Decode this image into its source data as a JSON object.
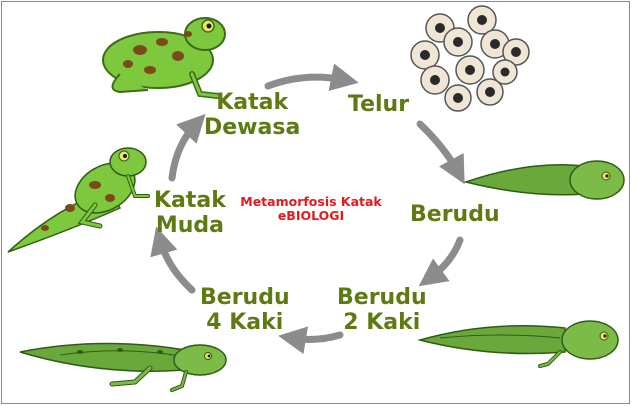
{
  "diagram": {
    "center_title": "Metamorfosis Katak",
    "center_subtitle": "eBIOLOGI",
    "stages": [
      {
        "line1": "Telur",
        "line2": ""
      },
      {
        "line1": "Berudu",
        "line2": ""
      },
      {
        "line1": "Berudu",
        "line2": "2 Kaki"
      },
      {
        "line1": "Berudu",
        "line2": "4 Kaki"
      },
      {
        "line1": "Katak",
        "line2": "Muda"
      },
      {
        "line1": "Katak",
        "line2": "Dewasa"
      }
    ]
  },
  "colors": {
    "label": "#5f7a12",
    "center_text": "#e31b1b",
    "arrow": "#8c8c8c",
    "frog_green": "#7ec83e",
    "frog_spot": "#7a4a1a",
    "tadpole_green": "#6aa83c"
  }
}
